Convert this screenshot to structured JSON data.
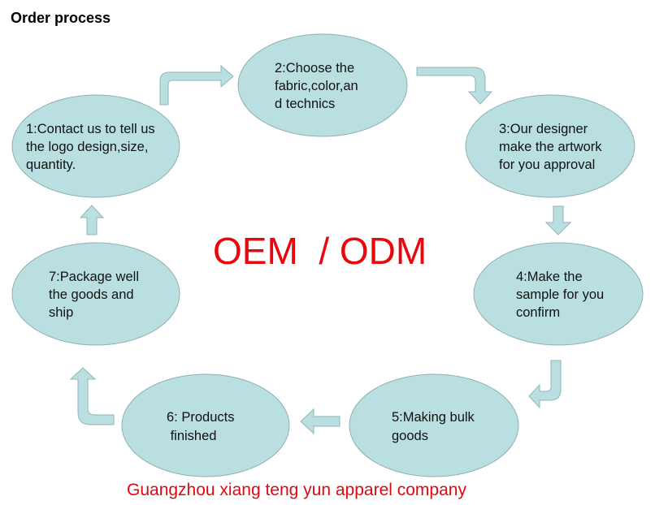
{
  "title": "Order process",
  "center_label": "OEM  / ODM",
  "company": "Guangzhou xiang teng yun apparel company",
  "colors": {
    "node_fill": "#b9dfe1",
    "node_stroke": "#8fb1b3",
    "accent_red": "#e8070d",
    "text": "#111111"
  },
  "steps": [
    {
      "number": 1,
      "lines": [
        "1:Contact us to tell us",
        "the logo design,size,",
        "quantity."
      ]
    },
    {
      "number": 2,
      "lines": [
        "2:Choose the",
        "fabric,color,an",
        "d technics"
      ]
    },
    {
      "number": 3,
      "lines": [
        "3:Our designer",
        "make the artwork",
        "for you approval"
      ]
    },
    {
      "number": 4,
      "lines": [
        "4:Make the",
        "sample for you",
        "confirm"
      ]
    },
    {
      "number": 5,
      "lines": [
        "5:Making bulk",
        "goods"
      ]
    },
    {
      "number": 6,
      "lines": [
        "6: Products",
        " finished"
      ]
    },
    {
      "number": 7,
      "lines": [
        "7:Package well",
        "the goods and",
        "ship"
      ]
    }
  ],
  "connections": [
    {
      "from": 1,
      "to": 2,
      "icon": "bent-arrow-up-right-icon"
    },
    {
      "from": 2,
      "to": 3,
      "icon": "bent-arrow-right-down-icon"
    },
    {
      "from": 3,
      "to": 4,
      "icon": "arrow-down-icon"
    },
    {
      "from": 4,
      "to": 5,
      "icon": "bent-arrow-down-left-icon"
    },
    {
      "from": 5,
      "to": 6,
      "icon": "arrow-left-icon"
    },
    {
      "from": 6,
      "to": 7,
      "icon": "bent-arrow-left-up-icon"
    },
    {
      "from": 7,
      "to": 1,
      "icon": "arrow-up-icon"
    }
  ]
}
